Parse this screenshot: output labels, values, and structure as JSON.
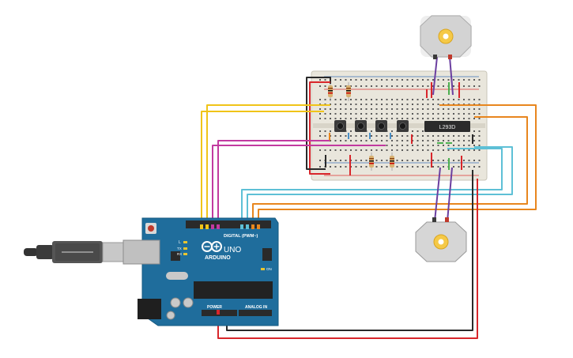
{
  "arduino": {
    "brand": "ARDUINO",
    "model": "UNO",
    "digital_label": "DIGITAL (PWM~)",
    "power_label": "POWER",
    "analog_label": "ANALOG IN",
    "led_l": "L",
    "led_tx": "TX",
    "led_rx": "RX",
    "on_label": "ON"
  },
  "ic": {
    "label": "L293D"
  },
  "motors": [
    {
      "name": "motor-top"
    },
    {
      "name": "motor-bottom"
    }
  ],
  "colors": {
    "board": "#1f6d9c",
    "breadboard": "#e9e6dc",
    "wire_red": "#d8262b",
    "wire_black": "#2a2a2a",
    "wire_yellow": "#f0c419",
    "wire_magenta": "#c23aa0",
    "wire_cyan": "#5ec0d6",
    "wire_orange": "#e8861e",
    "wire_purple": "#6b3fa0",
    "wire_green": "#4caf50"
  }
}
